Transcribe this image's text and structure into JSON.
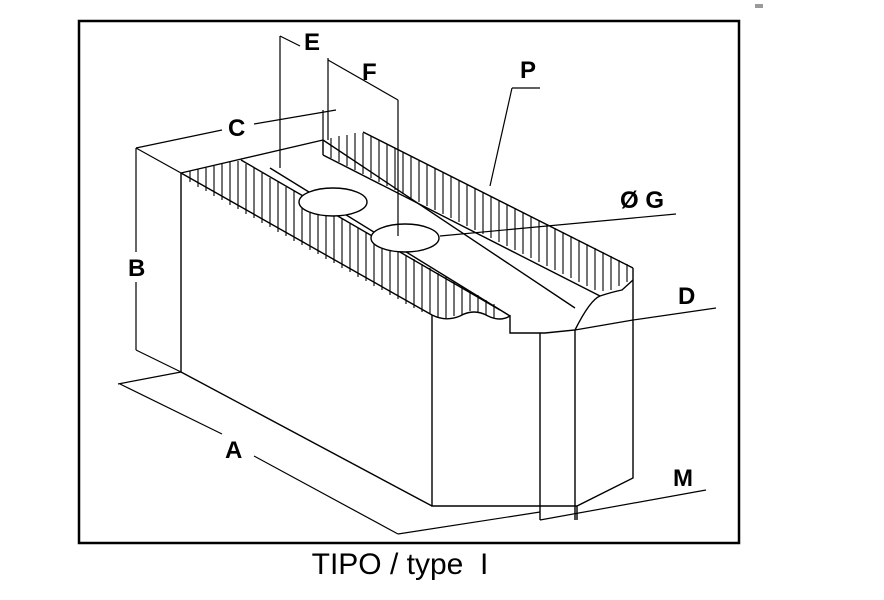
{
  "caption": "TIPO / type  I",
  "labels": {
    "a": "A",
    "b": "B",
    "c": "C",
    "d": "D",
    "e": "E",
    "f": "F",
    "g": "Ø G",
    "m": "M",
    "p": "P"
  },
  "colors": {
    "ink": "#000000",
    "paper": "#ffffff",
    "speck": "#9a9a9a"
  }
}
